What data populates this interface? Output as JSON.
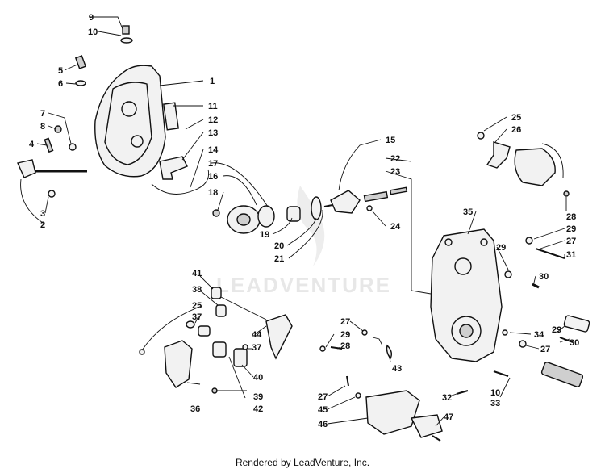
{
  "watermark": {
    "text": "LEADVENTURE"
  },
  "footer": {
    "text": "Rendered by LeadVenture, Inc."
  },
  "callouts": [
    "1",
    "2",
    "3",
    "4",
    "5",
    "6",
    "7",
    "8",
    "9",
    "10",
    "11",
    "12",
    "13",
    "14",
    "15",
    "16",
    "17",
    "18",
    "19",
    "20",
    "21",
    "22",
    "23",
    "24",
    "25",
    "26",
    "27",
    "28",
    "29",
    "30",
    "31",
    "32",
    "33",
    "34",
    "35",
    "36",
    "37",
    "38",
    "39",
    "40",
    "41",
    "42",
    "43",
    "44",
    "45",
    "46",
    "47"
  ],
  "colors": {
    "line": "#111111",
    "watermark": "#e7e7e7",
    "background": "#ffffff"
  }
}
